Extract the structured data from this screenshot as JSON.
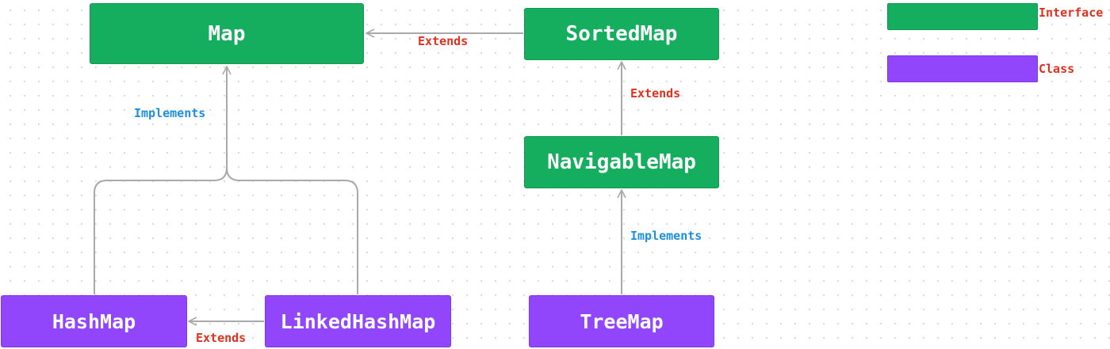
{
  "nodes": {
    "map": {
      "label": "Map",
      "kind": "interface"
    },
    "sorted_map": {
      "label": "SortedMap",
      "kind": "interface"
    },
    "navigable_map": {
      "label": "NavigableMap",
      "kind": "interface"
    },
    "hash_map": {
      "label": "HashMap",
      "kind": "class"
    },
    "linked_hash_map": {
      "label": "LinkedHashMap",
      "kind": "class"
    },
    "tree_map": {
      "label": "TreeMap",
      "kind": "class"
    }
  },
  "edges": {
    "sortedmap_extends_map": {
      "from": "SortedMap",
      "to": "Map",
      "label": "Extends"
    },
    "navigablemap_extends_sortedmap": {
      "from": "NavigableMap",
      "to": "SortedMap",
      "label": "Extends"
    },
    "classes_implement_map": {
      "from": "HashMap, LinkedHashMap",
      "to": "Map",
      "label": "Implements"
    },
    "linkedhashmap_extends_hashmap": {
      "from": "LinkedHashMap",
      "to": "HashMap",
      "label": "Extends"
    },
    "treemap_implements_navigablemap": {
      "from": "TreeMap",
      "to": "NavigableMap",
      "label": "Implements"
    }
  },
  "legend": {
    "interface": {
      "label": "Interface",
      "color": "#15ad5e"
    },
    "class": {
      "label": "Class",
      "color": "#9146fb"
    }
  },
  "colors": {
    "interface": "#15ad5e",
    "class": "#9146fb",
    "extends_label": "#e0301e",
    "implements_label": "#1c8fe0",
    "connector": "#a9a9a9"
  }
}
